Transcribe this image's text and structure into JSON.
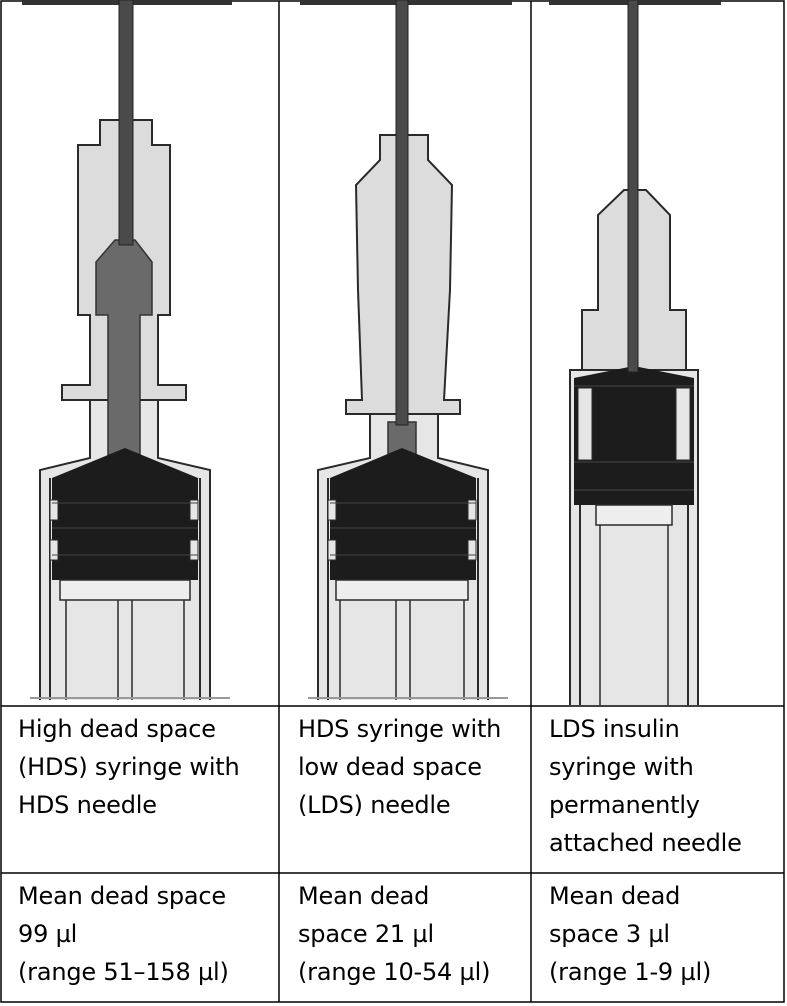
{
  "columns": [
    {
      "id": "hds-hds",
      "description_lines": [
        "High dead space",
        "(HDS) syringe with",
        "HDS needle"
      ],
      "dead_space_lines": [
        "Mean dead space",
        "99 µl",
        "(range 51–158 µl)"
      ]
    },
    {
      "id": "hds-lds",
      "description_lines": [
        "HDS syringe with",
        "low dead space",
        "(LDS) needle"
      ],
      "dead_space_lines": [
        "Mean dead",
        "space 21 µl",
        "(range 10-54 µl)"
      ]
    },
    {
      "id": "lds-insulin",
      "description_lines": [
        "LDS insulin",
        "syringe with",
        "permanently",
        "attached needle"
      ],
      "dead_space_lines": [
        "Mean dead",
        "space 3 µl",
        "(range 1-9 µl)"
      ]
    }
  ],
  "colors": {
    "needle": "#4a4a4a",
    "hub_light": "#dedede",
    "hub_stroke": "#2a2a2a",
    "barrel": "#eeeeee",
    "plunger": "#1a1a1a",
    "dead_space": "#6a6a6a"
  }
}
